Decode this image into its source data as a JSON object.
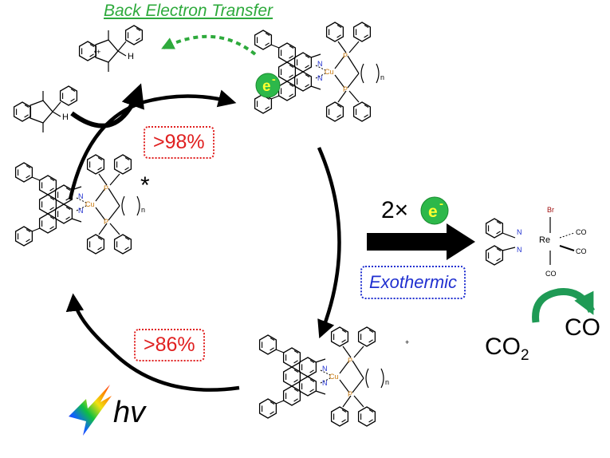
{
  "title": "Back Electron Transfer",
  "labels": {
    "yield_top": ">98%",
    "yield_bottom": ">86%",
    "exothermic": "Exothermic",
    "two_times": "2×",
    "electron": "e",
    "electron_sup": "-",
    "hv": "hv",
    "co2_main": "CO",
    "co2_sub": "2",
    "co": "CO",
    "excited_star": "*",
    "cation_plus": "+",
    "cu": "Cu",
    "p": "P",
    "n": "N",
    "n_sub": "n",
    "h": "H",
    "re": "Re",
    "br": "Br",
    "ligand_co": "CO",
    "radical_cation": "•+"
  },
  "colors": {
    "title_green": "#2eaa3c",
    "yield_red": "#e02020",
    "exo_blue": "#2030d0",
    "electron_green": "#2db84a",
    "electron_text": "#ffff30",
    "cu_orange": "#c87a10",
    "p_orange": "#c87a10",
    "n_blue": "#2030d0",
    "br_red": "#a01010",
    "curved_arrow_green": "#1f9a55"
  },
  "icons": [
    "electron-badge-icon",
    "light-bolt-icon",
    "reaction-arrow-icon"
  ]
}
